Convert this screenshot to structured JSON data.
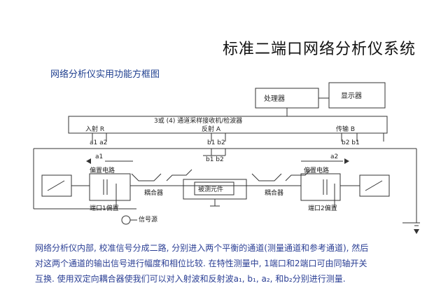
{
  "title": "标准二端口网络分析仪系统",
  "subtitle": "网络分析仪实用功能方框图",
  "diagram": {
    "processor": "处理器",
    "display": "显示器",
    "receiver": "3或 (4) 通道采样接收机/检波器",
    "port_incident": "入射 R",
    "port_reflect": "反射 A",
    "port_transmit": "传输 B",
    "sig_a1a2_top": "a1 a2",
    "sig_b1b2_top": "b1 b2",
    "sig_b2b1_top": "b2 b1",
    "sig_a1": "a1",
    "sig_b1b2_mid": "b1 b2",
    "sig_a2": "a2",
    "bias_left": "偏置电路",
    "bias_right": "偏置电路",
    "coupler_left": "耦合器",
    "coupler_right": "耦合器",
    "dut": "被测元件",
    "port1_bias": "端口1偏置",
    "port2_bias": "端口2偏置",
    "source": "信号源"
  },
  "description": [
    "网络分析仪内部, 校准信号分成二路, 分别进入两个平衡的通道(测量通道和参考通道), 然后",
    "对这两个通道的输出信号进行幅度和相位比较. 在特性测量中, 1端口和2端口可由同轴开关",
    "互换. 使用双定向耦合器使我们可以对入射波和反射波a₁, b₁, a₂, 和b₂分别进行测量."
  ]
}
